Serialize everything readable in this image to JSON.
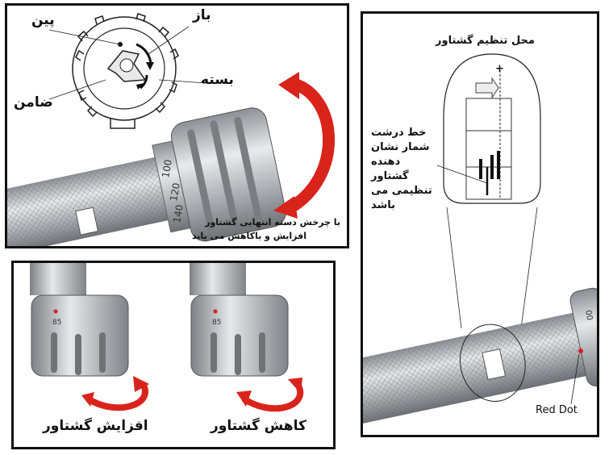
{
  "top_panel": {
    "label_pin": "پین",
    "label_open": "باز",
    "label_closed": "بسته",
    "label_guarantee": "ضامن",
    "scale_numbers": [
      "100",
      "120",
      "140"
    ],
    "caption_line1": "با چرخش دسته انتهایی گشتاور",
    "caption_line2": "افزایش و یاکاهش می یابد"
  },
  "bottom_panel": {
    "left_caption": "افزایش گشتاور",
    "right_caption": "کاهش گشتاور",
    "scale_left": "85",
    "scale_right": "85"
  },
  "right_panel": {
    "title": "محل تنظیم گشتاور",
    "plus_sign": "+",
    "note_lines": [
      "خط درشت",
      "شمار نشان",
      "دهنده",
      "گشتاور",
      "تنظیمی می",
      "باشد"
    ],
    "red_dot_label": "Red Dot",
    "scale_number": "00"
  },
  "colors": {
    "arrow_red": "#d9241c",
    "metal": "#b9bcc0",
    "border": "#111111"
  }
}
